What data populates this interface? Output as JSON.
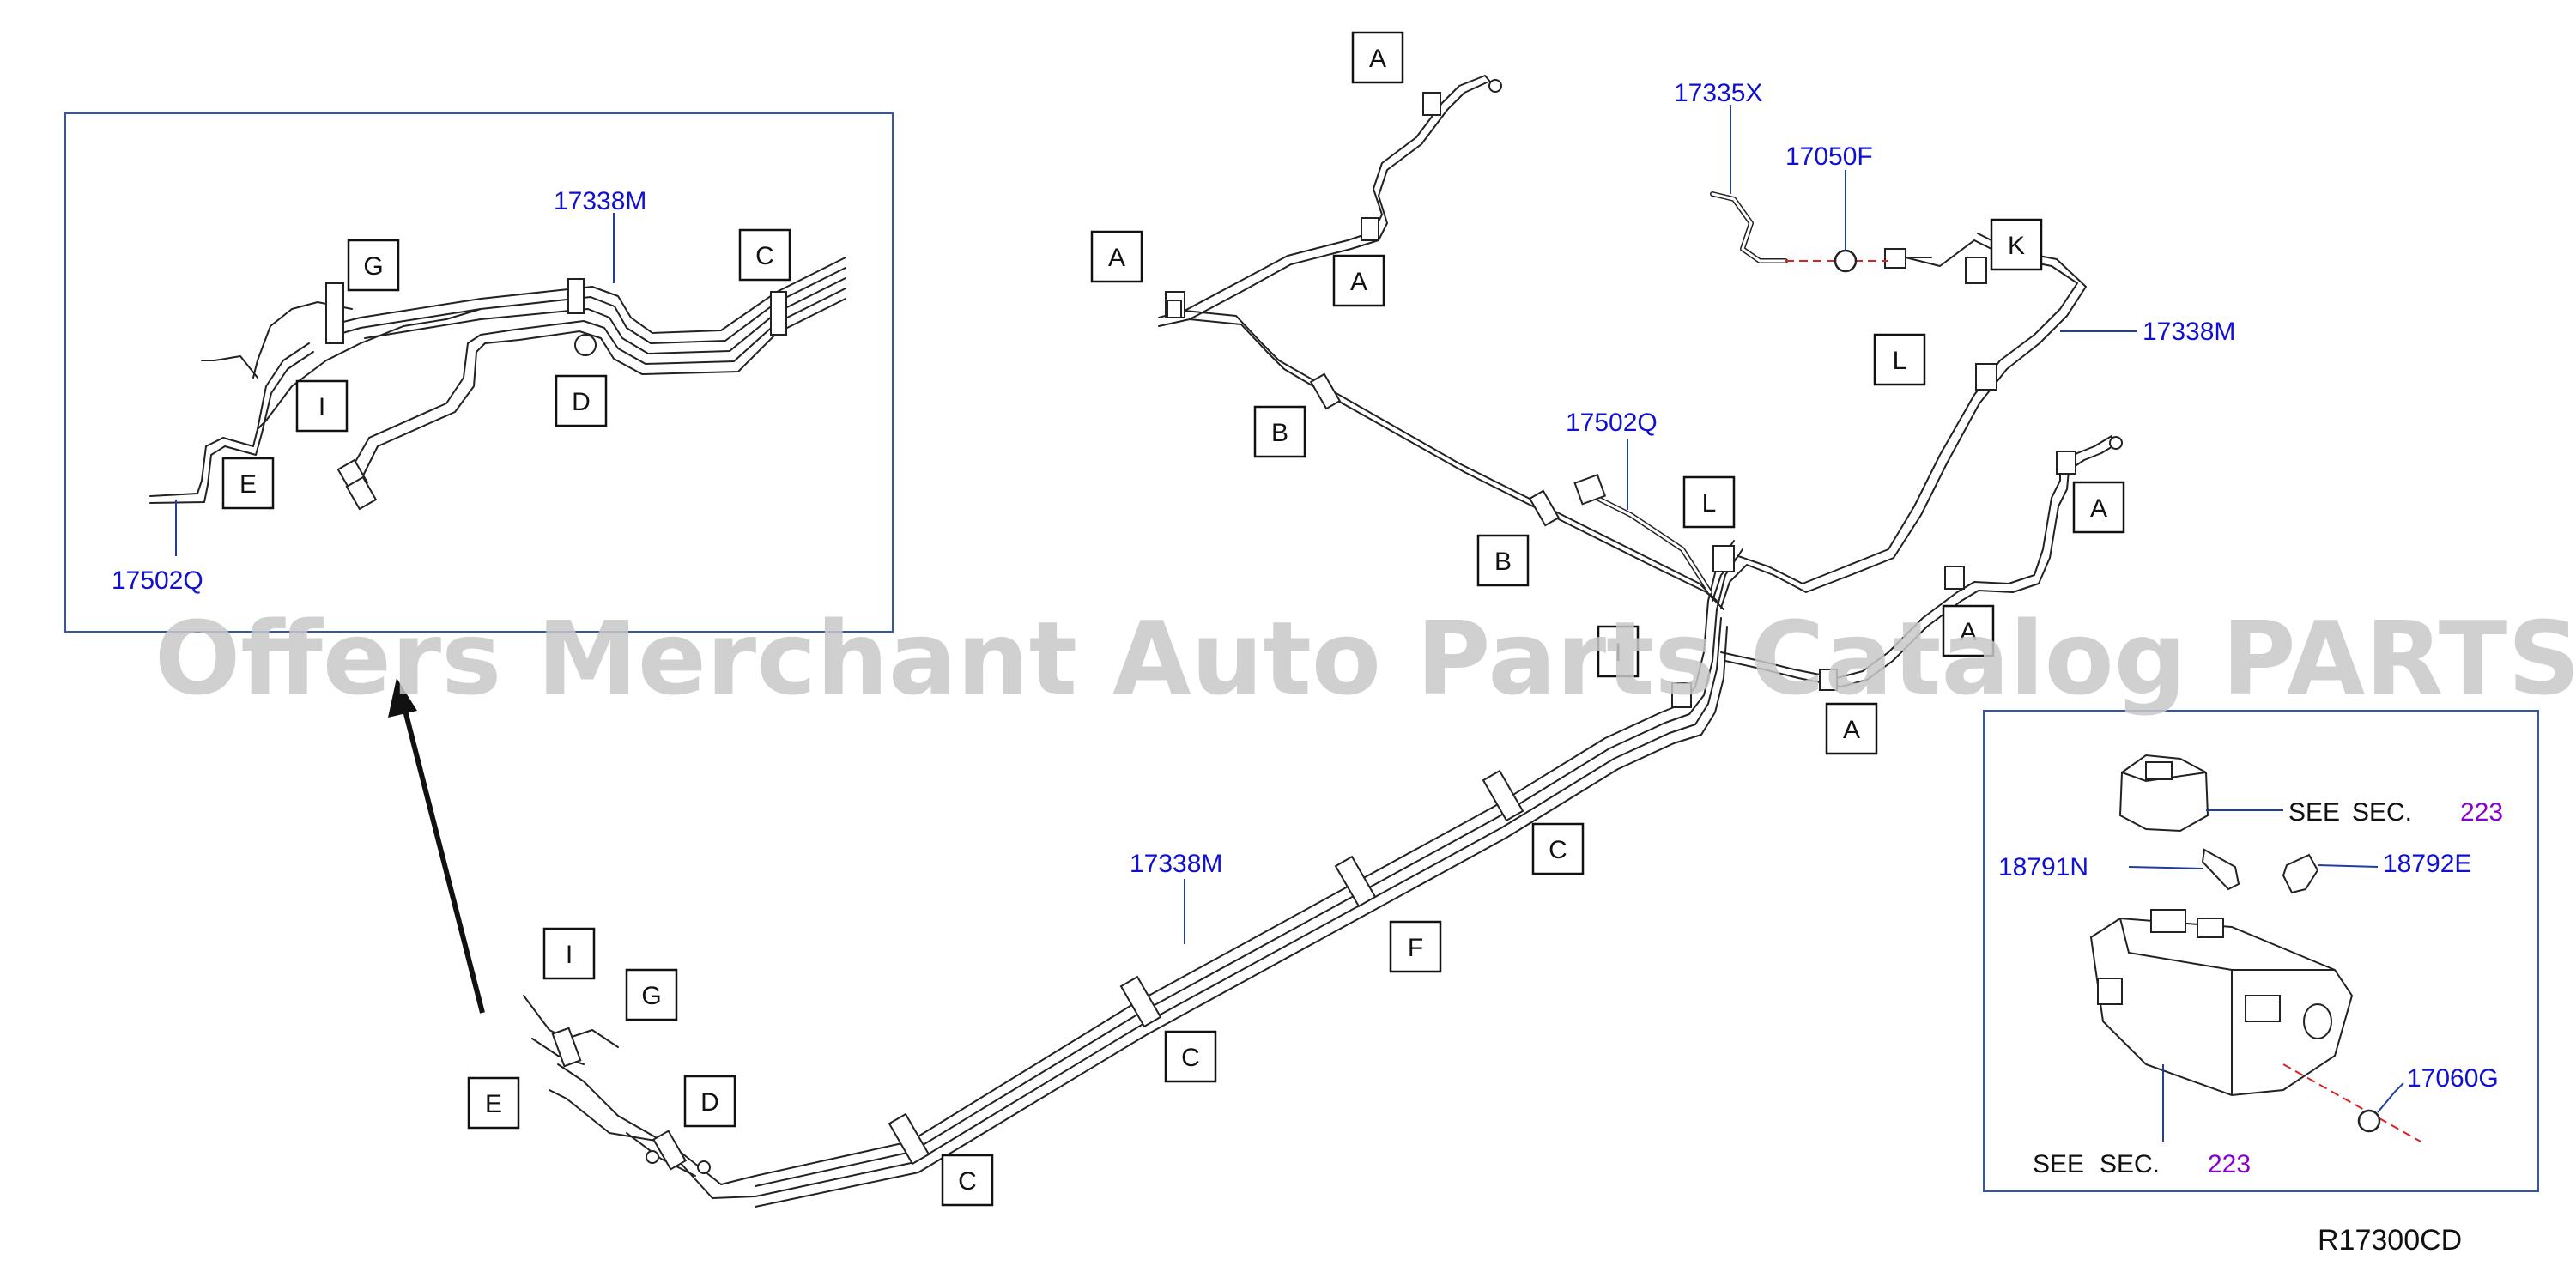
{
  "watermark": "Offers Merchant Auto Parts Catalog PARTSTORE.SA",
  "reference_code": "R17300CD",
  "part_numbers": {
    "p17335X": "17335X",
    "p17050F": "17050F",
    "p17338M_right": "17338M",
    "p17502Q_main": "17502Q",
    "p17338M_main": "17338M",
    "p17338M_inset": "17338M",
    "p17502Q_inset": "17502Q",
    "p18791N": "18791N",
    "p18792E": "18792E",
    "p17060G": "17060G"
  },
  "see_sections": {
    "top": {
      "see": "SEE",
      "sec": "SEC.",
      "number": "223"
    },
    "bottom": {
      "see": "SEE",
      "sec": "SEC.",
      "number": "223"
    }
  },
  "callouts": {
    "a1": "A",
    "a2": "A",
    "a3": "A",
    "a4": "A",
    "a5": "A",
    "a6": "A",
    "b1": "B",
    "b2": "B",
    "k1": "K",
    "l1": "L",
    "l2": "L",
    "l3": "I",
    "c1": "C",
    "c2": "C",
    "c3": "C",
    "f1": "F",
    "i1": "I",
    "g1": "G",
    "e1": "E",
    "d1": "D",
    "in_g": "G",
    "in_c": "C",
    "in_i": "I",
    "in_d": "D",
    "in_e": "E"
  }
}
